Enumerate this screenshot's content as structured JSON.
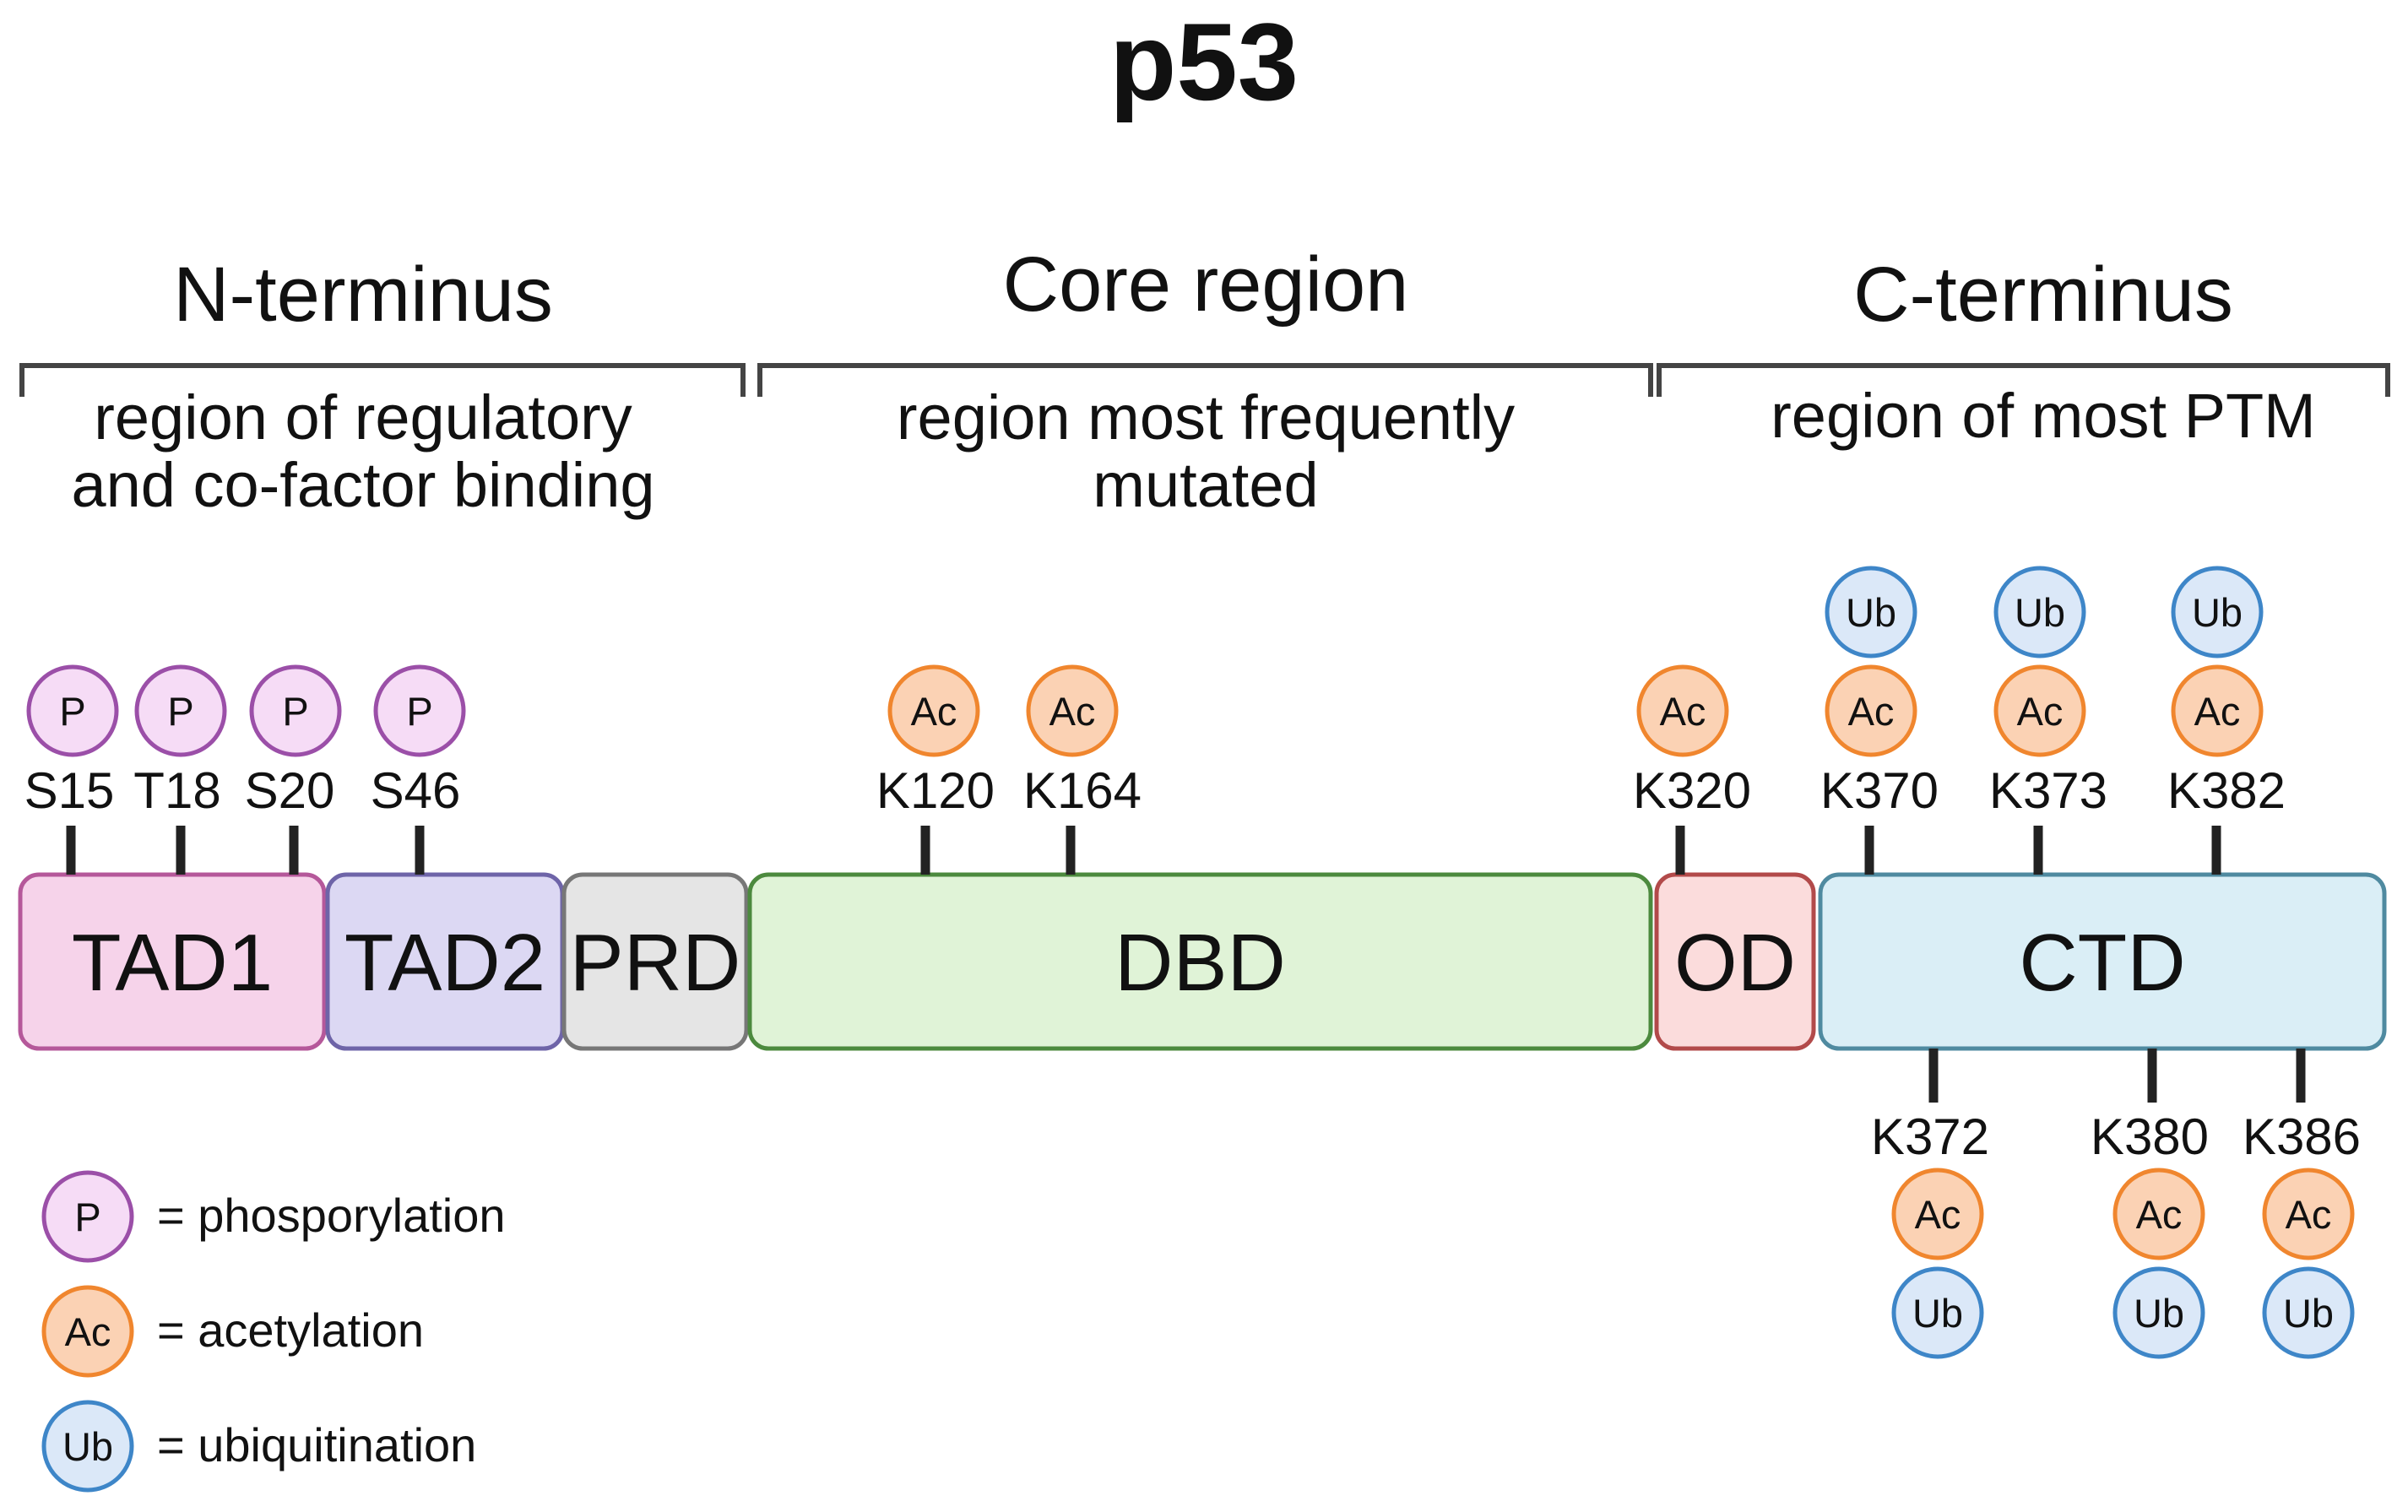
{
  "title": "p53",
  "colors": {
    "phospho": {
      "fill": "#f6dcf6",
      "stroke": "#9b4fa8"
    },
    "acetyl": {
      "fill": "#fbd2b4",
      "stroke": "#f0862e"
    },
    "ubiq": {
      "fill": "#dbe8f8",
      "stroke": "#3e86c8"
    },
    "bracket": "#444444",
    "stem": "#222222"
  },
  "regions": [
    {
      "id": "n",
      "title": "N-terminus",
      "sub": [
        "region of regulatory",
        "and co-factor binding"
      ]
    },
    {
      "id": "core",
      "title": "Core region",
      "sub": [
        "region most frequently",
        "mutated"
      ]
    },
    {
      "id": "c",
      "title": "C-terminus",
      "sub": [
        "region of most PTM"
      ]
    }
  ],
  "domains": [
    {
      "label": "TAD1",
      "fill": "#f6d3ea",
      "stroke": "#b5589a"
    },
    {
      "label": "TAD2",
      "fill": "#dcd8f3",
      "stroke": "#6e64a8"
    },
    {
      "label": "PRD",
      "fill": "#e5e5e5",
      "stroke": "#777777"
    },
    {
      "label": "DBD",
      "fill": "#e0f3d7",
      "stroke": "#4c8a3e"
    },
    {
      "label": "OD",
      "fill": "#fbdcdc",
      "stroke": "#b24a4a"
    },
    {
      "label": "CTD",
      "fill": "#daeef6",
      "stroke": "#4f8aa0"
    }
  ],
  "modification_symbols": {
    "phospho": "P",
    "acetyl": "Ac",
    "ubiq": "Ub"
  },
  "sites_top": [
    {
      "site": "S15",
      "mods": [
        "phospho"
      ]
    },
    {
      "site": "T18",
      "mods": [
        "phospho"
      ]
    },
    {
      "site": "S20",
      "mods": [
        "phospho"
      ]
    },
    {
      "site": "S46",
      "mods": [
        "phospho"
      ]
    },
    {
      "site": "K120",
      "mods": [
        "acetyl"
      ]
    },
    {
      "site": "K164",
      "mods": [
        "acetyl"
      ]
    },
    {
      "site": "K320",
      "mods": [
        "acetyl"
      ]
    },
    {
      "site": "K370",
      "mods": [
        "acetyl",
        "ubiq"
      ]
    },
    {
      "site": "K373",
      "mods": [
        "acetyl",
        "ubiq"
      ]
    },
    {
      "site": "K382",
      "mods": [
        "acetyl",
        "ubiq"
      ]
    }
  ],
  "sites_bottom": [
    {
      "site": "K372",
      "mods": [
        "acetyl",
        "ubiq"
      ]
    },
    {
      "site": "K380",
      "mods": [
        "acetyl",
        "ubiq"
      ]
    },
    {
      "site": "K386",
      "mods": [
        "acetyl",
        "ubiq"
      ]
    }
  ],
  "legend": [
    {
      "mod": "phospho",
      "text": "= phosporylation"
    },
    {
      "mod": "acetyl",
      "text": "= acetylation"
    },
    {
      "mod": "ubiq",
      "text": "= ubiquitination"
    }
  ]
}
